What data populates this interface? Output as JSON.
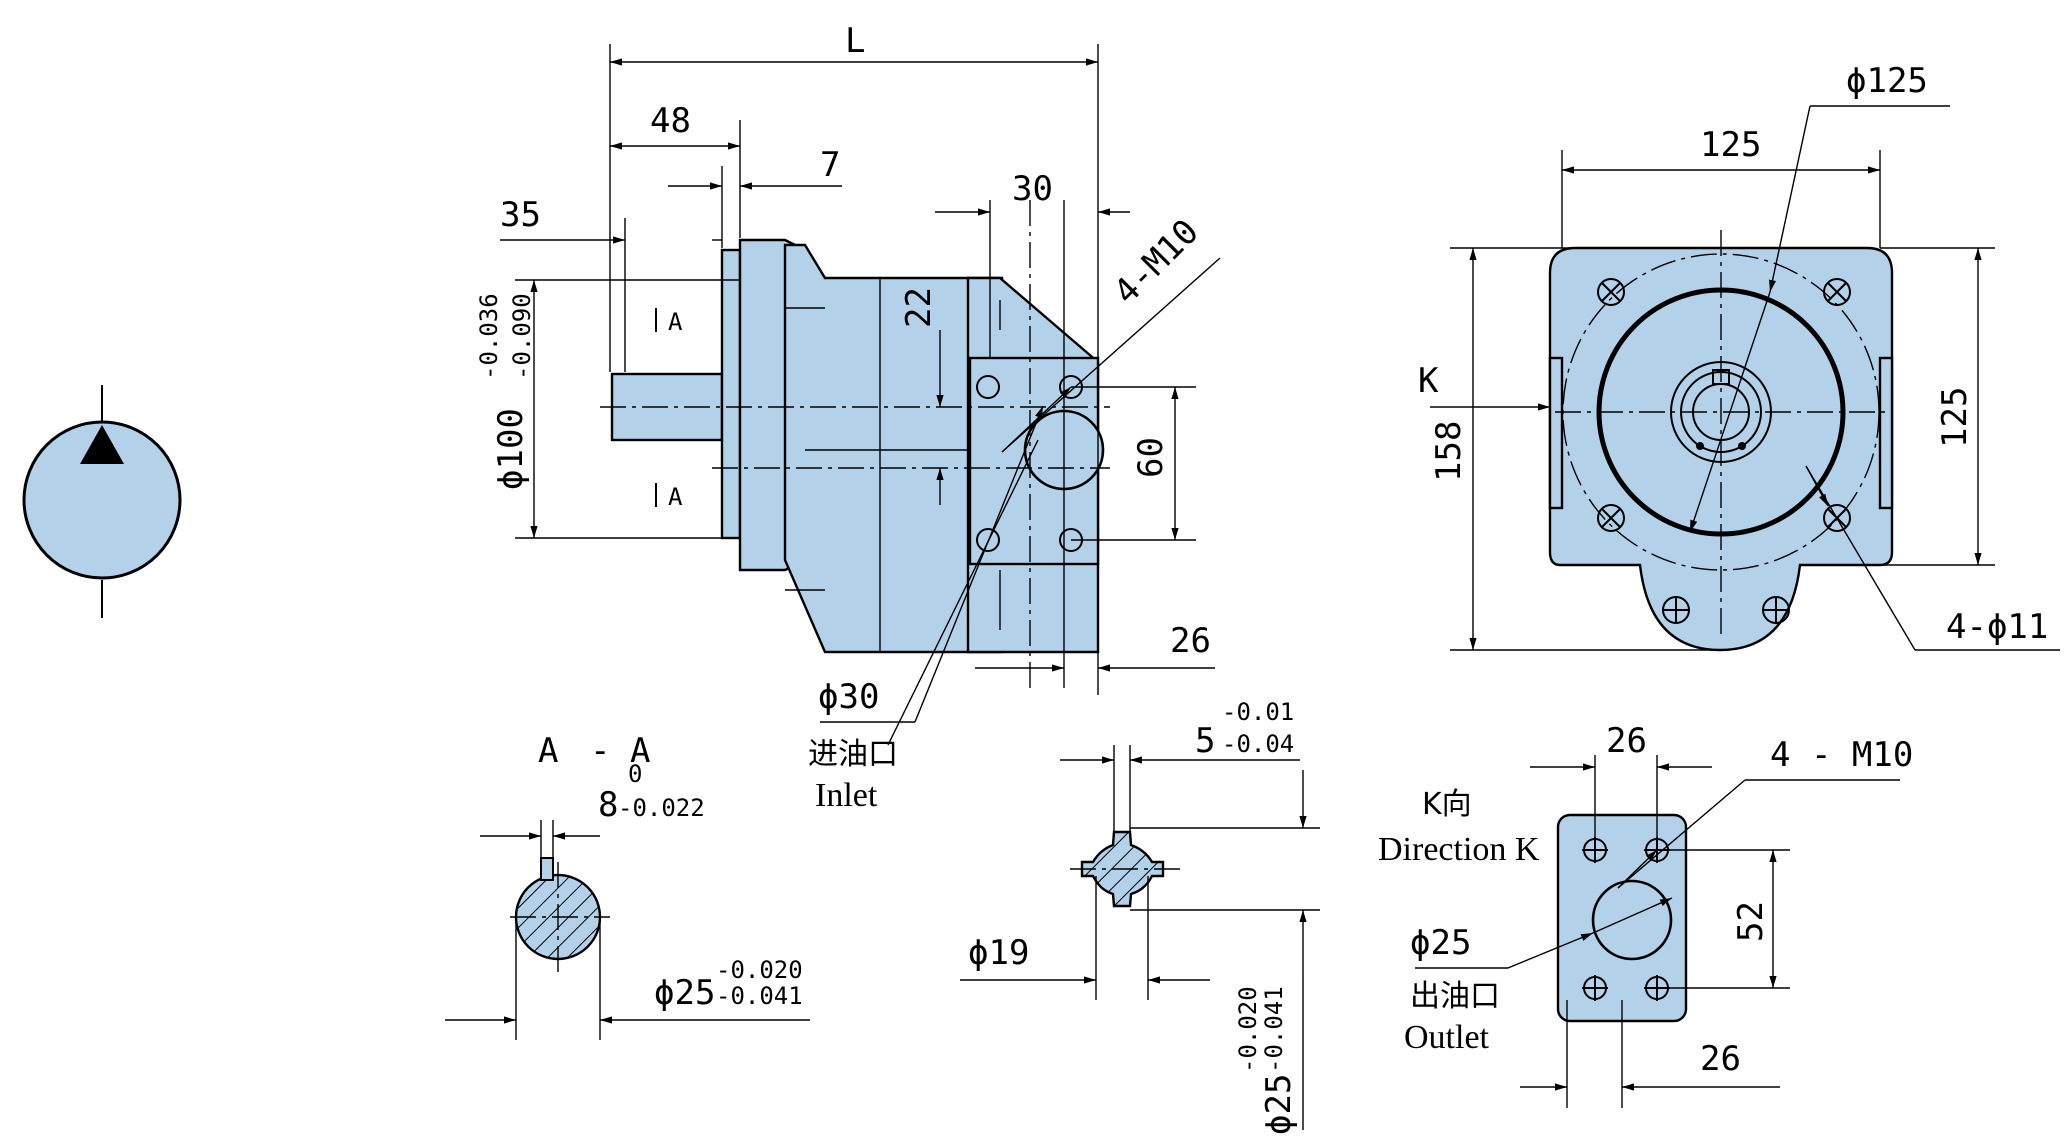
{
  "symbol": {
    "icon": "hydraulic-pump-symbol"
  },
  "side_view": {
    "L": "L",
    "d48": "48",
    "d7": "7",
    "d35": "35",
    "d30": "30",
    "d22": "22",
    "d60": "60",
    "d26": "26",
    "m10": "4-M10",
    "phi100": "ϕ100",
    "tol_upper": "-0.036",
    "tol_lower": "-0.090",
    "sec_a": "A",
    "phi30": "ϕ30",
    "inlet_cn": "进油口",
    "inlet_en": "Inlet"
  },
  "front_view": {
    "phi125": "ϕ125",
    "w125": "125",
    "h125": "125",
    "h158": "158",
    "k": "K",
    "holes": "4-ϕ11"
  },
  "section_aa": {
    "title_a1": "A",
    "title_dash": "-",
    "title_a2": "A",
    "key_w": "8",
    "key_tol_upper": "0",
    "key_tol_lower": "-0.022",
    "phi25": "ϕ25",
    "tol_upper": "-0.020",
    "tol_lower": "-0.041"
  },
  "spline": {
    "w5": "5",
    "tol_upper": "-0.01",
    "tol_lower": "-0.04",
    "phi19": "ϕ19",
    "phi25": "ϕ25",
    "d25_tol_upper": "-0.020",
    "d25_tol_lower": "-0.041"
  },
  "view_k": {
    "k_cn": "K向",
    "k_en": "Direction K",
    "d26_top": "26",
    "m10": "4 - M10",
    "d52": "52",
    "phi25": "ϕ25",
    "outlet_cn": "出油口",
    "outlet_en": "Outlet",
    "d26_bottom": "26"
  },
  "colors": {
    "fill": "#b3d2ea",
    "line": "#000000"
  }
}
